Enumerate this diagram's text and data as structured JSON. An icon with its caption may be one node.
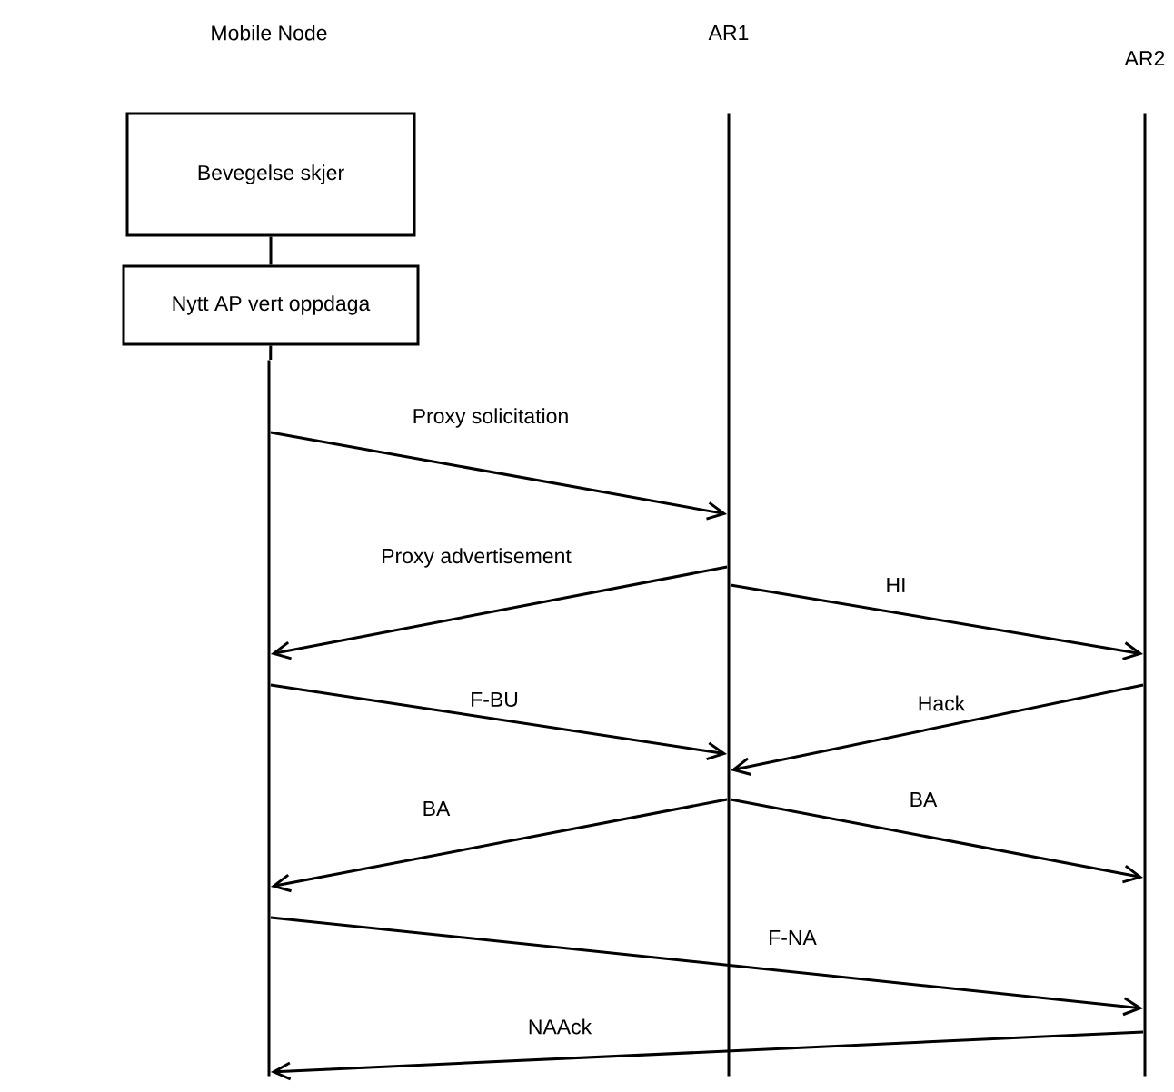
{
  "diagram": {
    "nodes": [
      {
        "text": [
          "Mobile Node"
        ]
      },
      {
        "text": [
          "AR1"
        ]
      },
      {
        "text": [
          "AR2"
        ]
      },
      {
        "text": [
          "Bevegelse skjer"
        ]
      },
      {
        "text": [
          "Nytt AP vert oppdaga"
        ]
      },
      {
        "text": [],
        "shape": "bar"
      },
      {
        "text": [],
        "shape": "bar"
      },
      {
        "text": [],
        "shape": "bar"
      }
    ],
    "edges": [
      {
        "from": 3,
        "to": 4,
        "arrow": "none"
      },
      {
        "from": 5,
        "to": 6,
        "arrow": "to",
        "label": "Proxy solicitation"
      },
      {
        "from": 6,
        "to": 5,
        "arrow": "to",
        "label": "Proxy advertisement"
      },
      {
        "from": 6,
        "to": 7,
        "arrow": "to",
        "label": "HI"
      },
      {
        "from": 5,
        "to": 6,
        "arrow": "to",
        "label": "F-BU"
      },
      {
        "from": 7,
        "to": 6,
        "arrow": "to",
        "label": "Hack"
      },
      {
        "from": 6,
        "to": 5,
        "arrow": "to",
        "label": "BA"
      },
      {
        "from": 6,
        "to": 7,
        "arrow": "to",
        "label": "BA"
      },
      {
        "from": 5,
        "to": 7,
        "arrow": "to",
        "label": "F-NA"
      },
      {
        "from": 7,
        "to": 5,
        "arrow": "to",
        "label": "NAAck"
      },
      {
        "from": 4,
        "to": 5,
        "arrow": "none"
      }
    ]
  }
}
